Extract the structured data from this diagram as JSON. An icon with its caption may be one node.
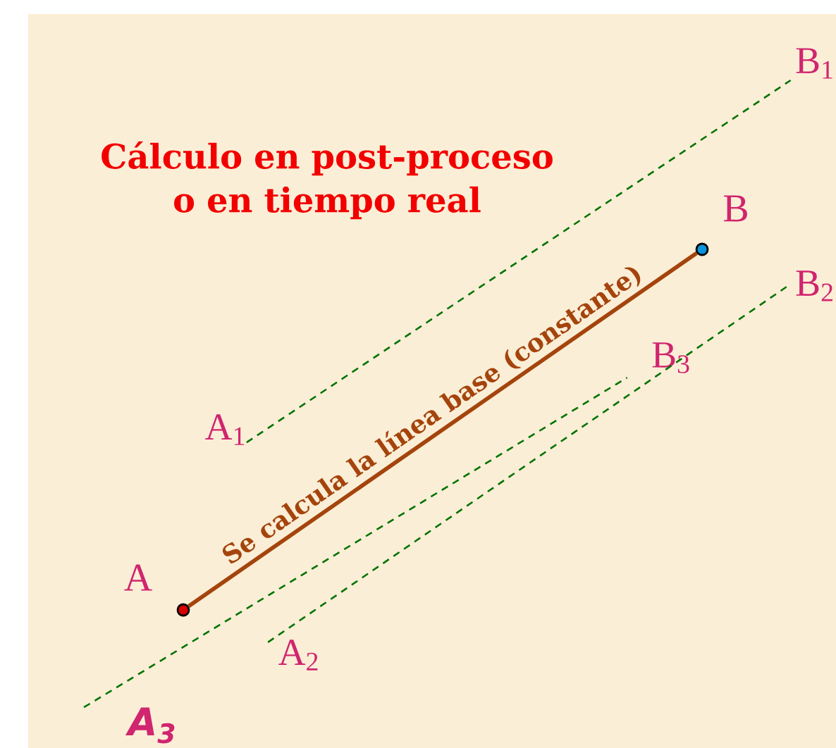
{
  "diagram": {
    "title": "Cálculo en post-proceso o en tiempo real",
    "nodes": [
      {
        "text": [],
        "shape": "circle",
        "beside": [
          "A"
        ]
      },
      {
        "text": [],
        "shape": "circle",
        "beside": [
          "B"
        ]
      },
      {
        "text": [
          "A$_{1}$"
        ]
      },
      {
        "text": [
          "B$_{1}$"
        ]
      },
      {
        "text": [
          "A$_{2}$"
        ]
      },
      {
        "text": [
          "B$_{2}$"
        ]
      },
      {
        "text": [
          "A$_{3}$"
        ]
      },
      {
        "text": [
          "B$_{3}$"
        ]
      }
    ],
    "edges": [
      {
        "from": 0,
        "to": 1,
        "arrow": "none",
        "label": "Se calcula la línea base (constante)",
        "color": "#a4440c"
      },
      {
        "from": 2,
        "to": 3,
        "arrow": "none",
        "style": "dashed"
      },
      {
        "from": 4,
        "to": 5,
        "arrow": "none",
        "style": "dashed"
      },
      {
        "from": 6,
        "to": 7,
        "arrow": "none",
        "style": "dashed"
      }
    ]
  }
}
